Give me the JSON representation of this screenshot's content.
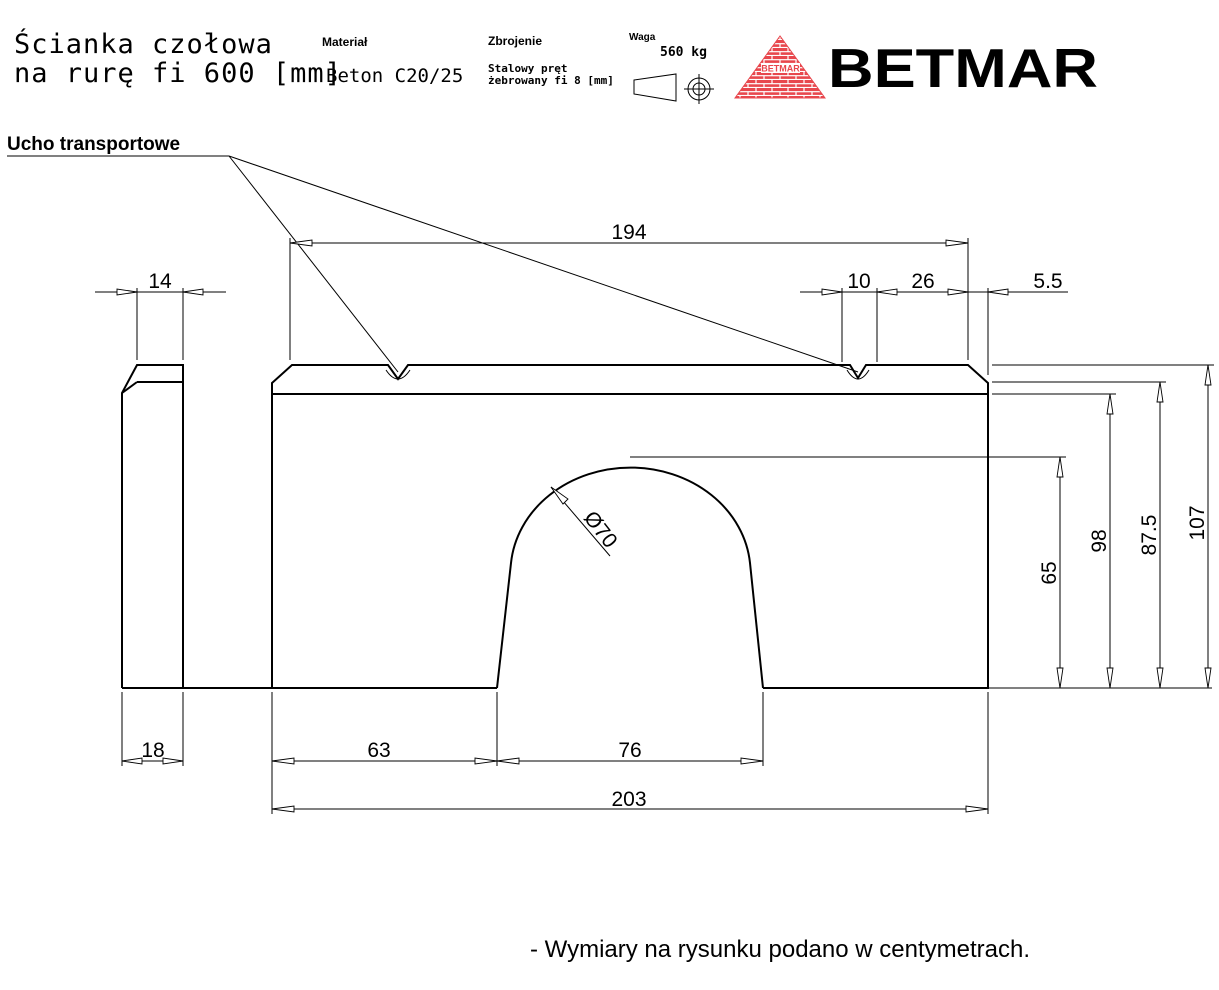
{
  "header": {
    "title_line1": "Ścianka czołowa",
    "title_line2": "na rurę fi 600 [mm]",
    "material_label": "Materiał",
    "material_value": "Beton C20/25",
    "reinforcement_label": "Zbrojenie",
    "reinforcement_line1": "Stalowy pręt",
    "reinforcement_line2": "żebrowany fi 8 [mm]",
    "weight_label": "Waga",
    "weight_value": "560 kg"
  },
  "logo": {
    "brand": "BETMAR",
    "badge_text": "BETMAR",
    "brick_color": "#e8474d",
    "mortar_color": "#ffffff"
  },
  "callout_label": "Ucho transportowe",
  "dimensions": {
    "top_width": "194",
    "side_thickness_top": "14",
    "lug_width": "10",
    "lug_offset": "26",
    "chamfer": "5.5",
    "opening_diameter": "Ø70",
    "opening_height": "65",
    "height_98": "98",
    "height_87_5": "87.5",
    "height_107": "107",
    "side_thickness_bottom": "18",
    "left_offset": "63",
    "opening_width": "76",
    "total_width": "203"
  },
  "footnote": "- Wymiary na rysunku  podano w centymetrach."
}
